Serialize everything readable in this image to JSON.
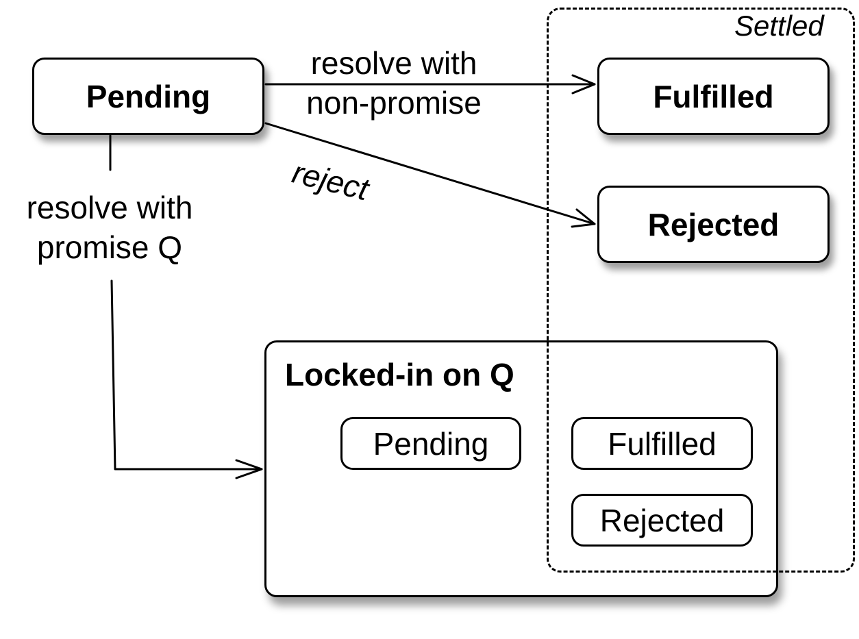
{
  "states": {
    "pending": "Pending",
    "fulfilled": "Fulfilled",
    "rejected": "Rejected"
  },
  "locked_in": {
    "title": "Locked-in on Q",
    "pending": "Pending",
    "fulfilled": "Fulfilled",
    "rejected": "Rejected"
  },
  "settled_label": "Settled",
  "edges": {
    "resolve_non_promise_line1": "resolve with",
    "resolve_non_promise_line2": "non-promise",
    "reject": "reject",
    "resolve_promise_line1": "resolve with",
    "resolve_promise_line2": "promise Q"
  }
}
